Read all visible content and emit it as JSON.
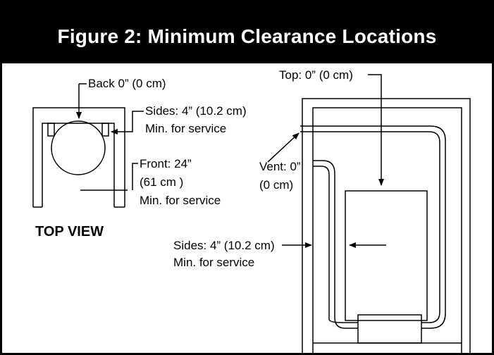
{
  "title": "Figure 2: Minimum Clearance Locations",
  "top_view": {
    "heading": "TOP VIEW",
    "back_label": "Back 0” (0 cm)",
    "sides_line1": "Sides: 4” (10.2 cm)",
    "sides_line2": "Min. for service",
    "front_line1": "Front: 24”",
    "front_line2": "(61 cm )",
    "front_line3": "Min. for service"
  },
  "side_view": {
    "top_label": "Top: 0” (0 cm)",
    "vent_line1": "Vent: 0”",
    "vent_line2": "(0 cm)",
    "sides_line1": "Sides: 4” (10.2 cm)",
    "sides_line2": "Min. for service"
  }
}
